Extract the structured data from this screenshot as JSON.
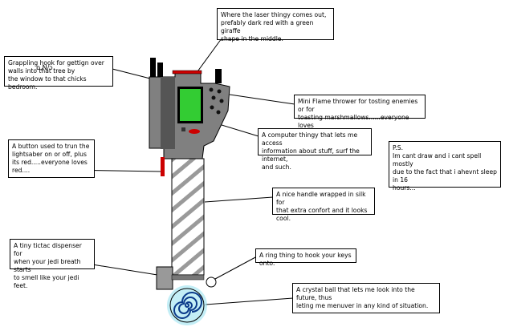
{
  "notes": {
    "laser": "Where the laser thingy comes out,\nprefably dark red with a green giraffe\nshape in the middle.",
    "grapple": "Grappling hook for gettign over\nwalls           into that tree by\nthe window to that chicks bedroom.",
    "flame": "Mini Flame thrower for tosting enemies or for\ntoasting marshmallows......everyone loves\nmarshmallows.....",
    "computer": "A computer thingy that lets me access\ninformation about stuff, surf the internet,\nand such.",
    "button": "A button used to trun the\nlightsaber on or off, plus\nits red.....everyone loves\nred....",
    "ps": "P.S.\nIm cant draw and i cant spell mostly\ndue to the fact that i ahevnt sleep in 16\nhours...",
    "handle": "A nice handle wrapped in silk for\nthat extra confort and it looks\ncool.",
    "ring": "A ring thing to hook your keys onto.",
    "tictac": "A tiny tictac dispenser for\nwhen your jedi breath starts\nto smell like your jedi feet.",
    "crystal": "A crystal ball that lets me look into the future, thus\nleting me menuver in any kind of situation."
  },
  "colors": {
    "body": "#808080",
    "dark": "#404040",
    "screen": "#33cc33",
    "red": "#cc0000",
    "crystal": "#88ddee"
  }
}
